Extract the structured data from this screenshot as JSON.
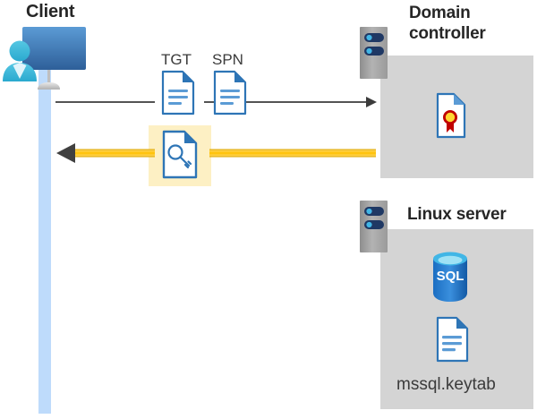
{
  "diagram": {
    "title_client": "Client",
    "title_domain_controller": "Domain controller",
    "title_linux_server": "Linux server",
    "label_tgt": "TGT",
    "label_spn": "SPN",
    "label_keytab": "mssql.keytab",
    "sql_label": "SQL"
  },
  "icons": {
    "client": "user-monitor-icon",
    "tgt_doc": "document-icon",
    "spn_doc": "document-icon",
    "key_doc": "document-key-icon",
    "dc_server": "server-icon",
    "certificate": "certificate-document-icon",
    "linux_server": "server-icon",
    "sql_database": "sql-database-icon",
    "keytab_doc": "document-icon"
  },
  "flows": {
    "request_arrow": "client-to-domain-controller-request",
    "response_arrow": "domain-controller-to-client-response"
  },
  "colors": {
    "accent_blue": "#2e75b6",
    "doc_fill": "#ffffff",
    "doc_fold": "#2e75b6",
    "lifeline": "#bedbfb",
    "box_gray": "#d4d4d4",
    "highlight_yellow": "#fdf0c4",
    "arrow_yellow": "#ffc000",
    "arrow_black": "#3b3b3b",
    "title_text": "#262626",
    "cert_red": "#c00000",
    "cert_gold": "#ffd633",
    "server_body": "#a6a6a6",
    "server_bar": "#1f3864",
    "sql_blue": "#1b6ec2"
  }
}
